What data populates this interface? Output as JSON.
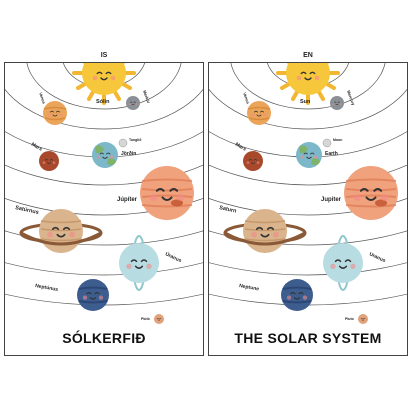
{
  "panels": [
    {
      "lang": "IS",
      "title": "SÓLKERFIÐ",
      "planets": {
        "sun": "Sólin",
        "mercury": "Merkúr",
        "venus": "Venus",
        "earth": "Jörðin",
        "moon": "Tunglið",
        "mars": "Mars",
        "jupiter": "Júpíter",
        "saturn": "Satúrnus",
        "uranus": "Úranus",
        "neptune": "Neptúnus",
        "pluto": "Plútó"
      }
    },
    {
      "lang": "EN",
      "title": "THE SOLAR SYSTEM",
      "planets": {
        "sun": "Sun",
        "mercury": "Mercury",
        "venus": "Venus",
        "earth": "Earth",
        "moon": "Moon",
        "mars": "Mars",
        "jupiter": "Jupiter",
        "saturn": "Saturn",
        "uranus": "Uranus",
        "neptune": "Neptune",
        "pluto": "Pluto"
      }
    }
  ],
  "colors": {
    "sun": "#F7C73B",
    "mercury": "#8B8F96",
    "venus": "#EBA55A",
    "earth": "#7CB8C9",
    "mars": "#A8492C",
    "jupiter": "#F0A27D",
    "saturn": "#D9B48C",
    "uranus": "#B7DCE2",
    "neptune": "#3E5D8F",
    "pluto": "#E0A27B",
    "orbit": "#555555"
  }
}
